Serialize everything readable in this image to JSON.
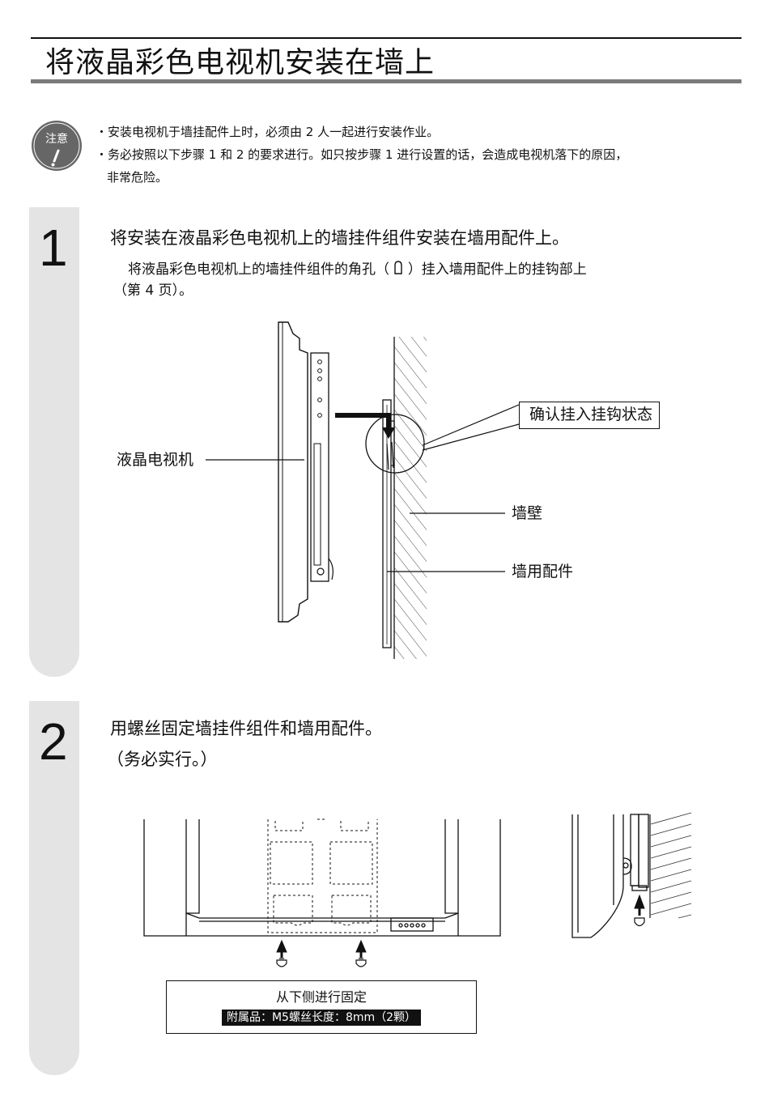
{
  "page": {
    "title": "将液晶彩色电视机安装在墙上",
    "caution": {
      "icon_label": "注意",
      "notes": [
        "・安装电视机于墙挂配件上时，必须由 2 人一起进行安装作业。",
        "・务必按照以下步骤 1 和 2 的要求进行。如只按步骤 1 进行设置的话，会造成电视机落下的原因，",
        "非常危险。"
      ]
    }
  },
  "step1": {
    "number": "1",
    "heading": "将安装在液晶彩色电视机上的墙挂件组件安装在墙用配件上。",
    "detail_line1_before": "将液晶彩色电视机上的墙挂件组件的角孔（",
    "detail_line1_after": "）挂入墙用配件上的挂钩部上",
    "detail_line2": "（第 4 页）。",
    "labels": {
      "tv": "液晶电视机",
      "confirm": "确认挂入挂钩状态",
      "wall": "墙壁",
      "bracket": "墙用配件"
    }
  },
  "step2": {
    "number": "2",
    "heading": "用螺丝固定墙挂件组件和墙用配件。",
    "heading2": "（务必实行。）",
    "caption": "从下侧进行固定",
    "accessory": "附属品：M5螺丝长度：8mm（2颗）"
  },
  "colors": {
    "rule_gray": "#7b7b7b",
    "band_gray": "#e4e4e4",
    "icon_gray": "#666666",
    "ink": "#111111"
  },
  "icons": [
    "caution-icon",
    "hole-shape-icon",
    "hook-arrow-icon",
    "screw-up-arrow-icon"
  ]
}
